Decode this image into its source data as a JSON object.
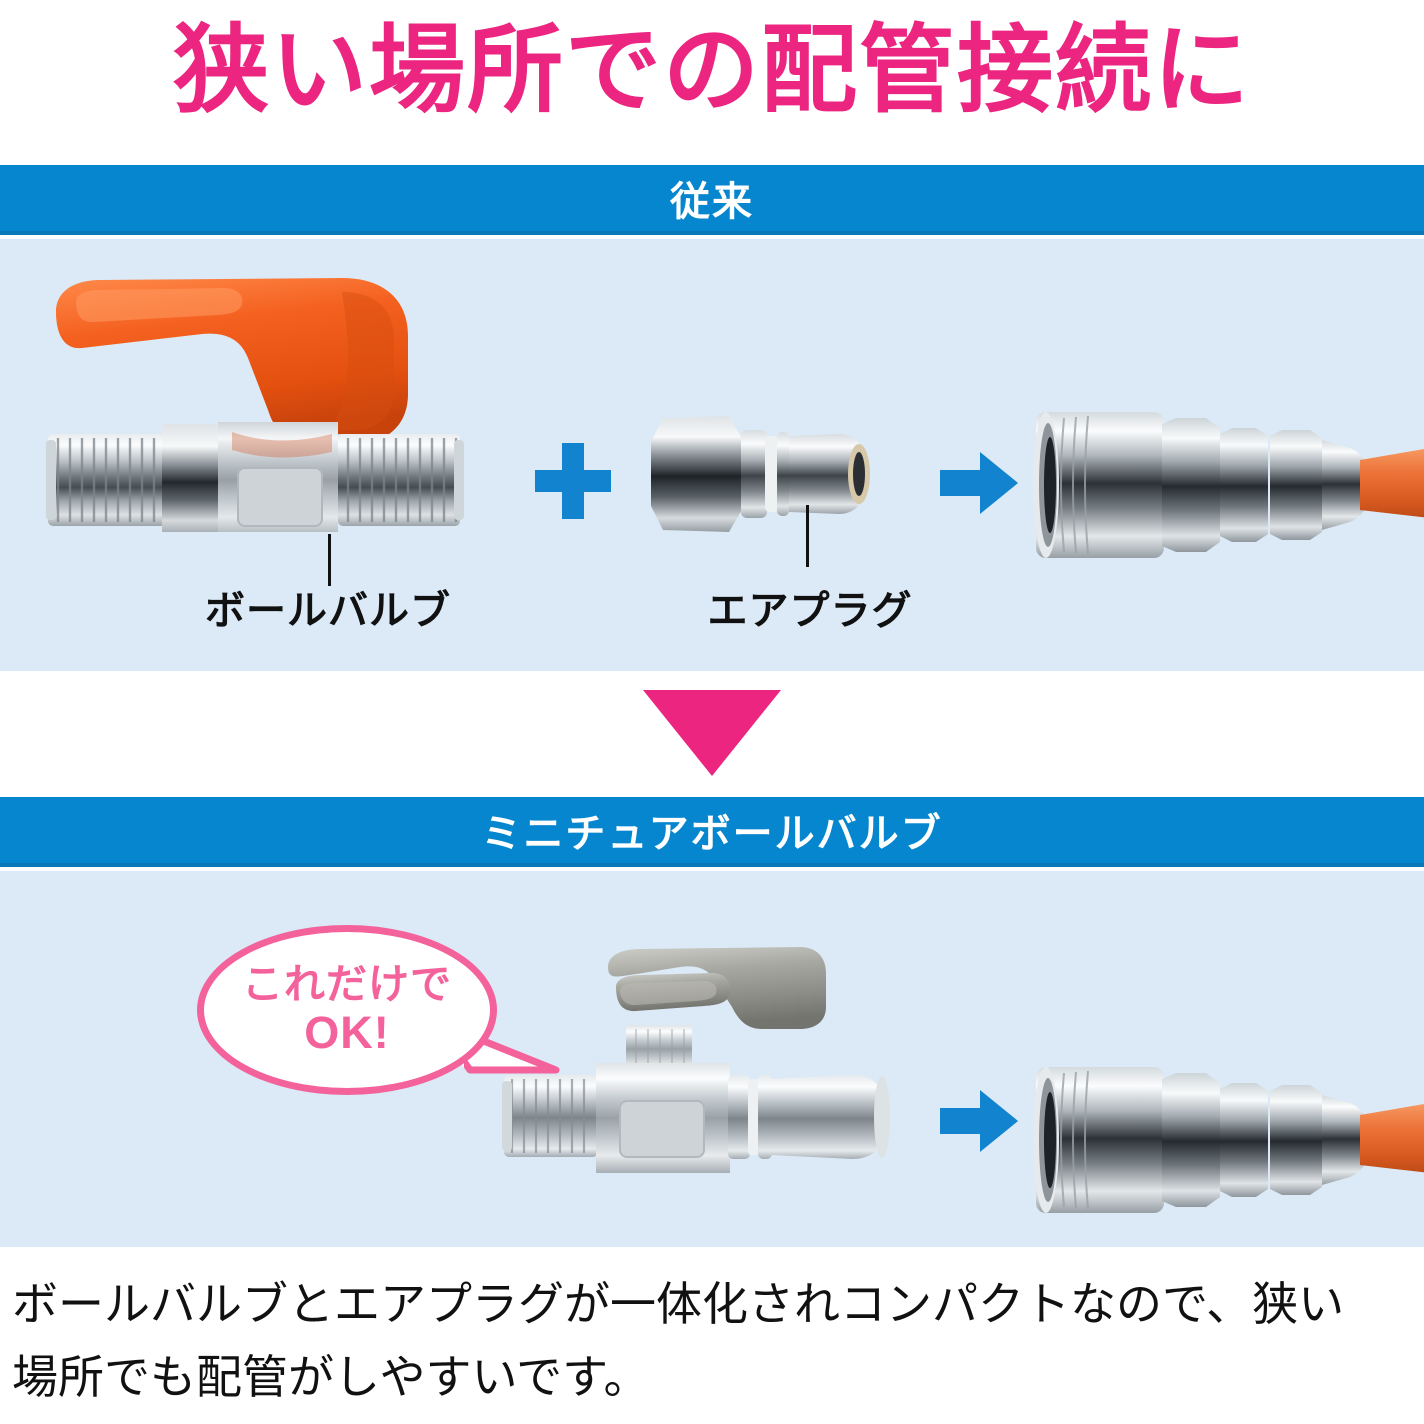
{
  "title": "狭い場所での配管接続に",
  "colors": {
    "pink": "#ec2580",
    "bubble_pink": "#f4629b",
    "banner_blue": "#0586ce",
    "panel_blue": "#dbeaf6",
    "accent_blue": "#1283ce",
    "handle_orange": "#f4601f",
    "handle_gray": "#9e9e99",
    "hose_orange": "#e8682c"
  },
  "sections": {
    "conventional": {
      "banner_label": "従来",
      "items": [
        {
          "caption": "ボールバルブ",
          "icon": "ball-valve-orange-handle"
        },
        {
          "operator": "plus-icon"
        },
        {
          "caption": "エアプラグ",
          "icon": "air-plug"
        },
        {
          "operator": "arrow-right-icon"
        },
        {
          "icon": "quick-coupler-with-hose"
        }
      ]
    },
    "divider_icon": "triangle-down-icon",
    "miniature": {
      "banner_label": "ミニチュアボールバルブ",
      "bubble": {
        "line1": "これだけで",
        "line2": "OK!"
      },
      "items": [
        {
          "icon": "miniature-ball-valve-gray-handle"
        },
        {
          "operator": "arrow-right-icon"
        },
        {
          "icon": "quick-coupler-with-hose"
        }
      ]
    }
  },
  "footer": {
    "line1": "ボールバルブとエアプラグが一体化されコンパクトなので、狭い",
    "line2": "場所でも配管がしやすいです。"
  }
}
